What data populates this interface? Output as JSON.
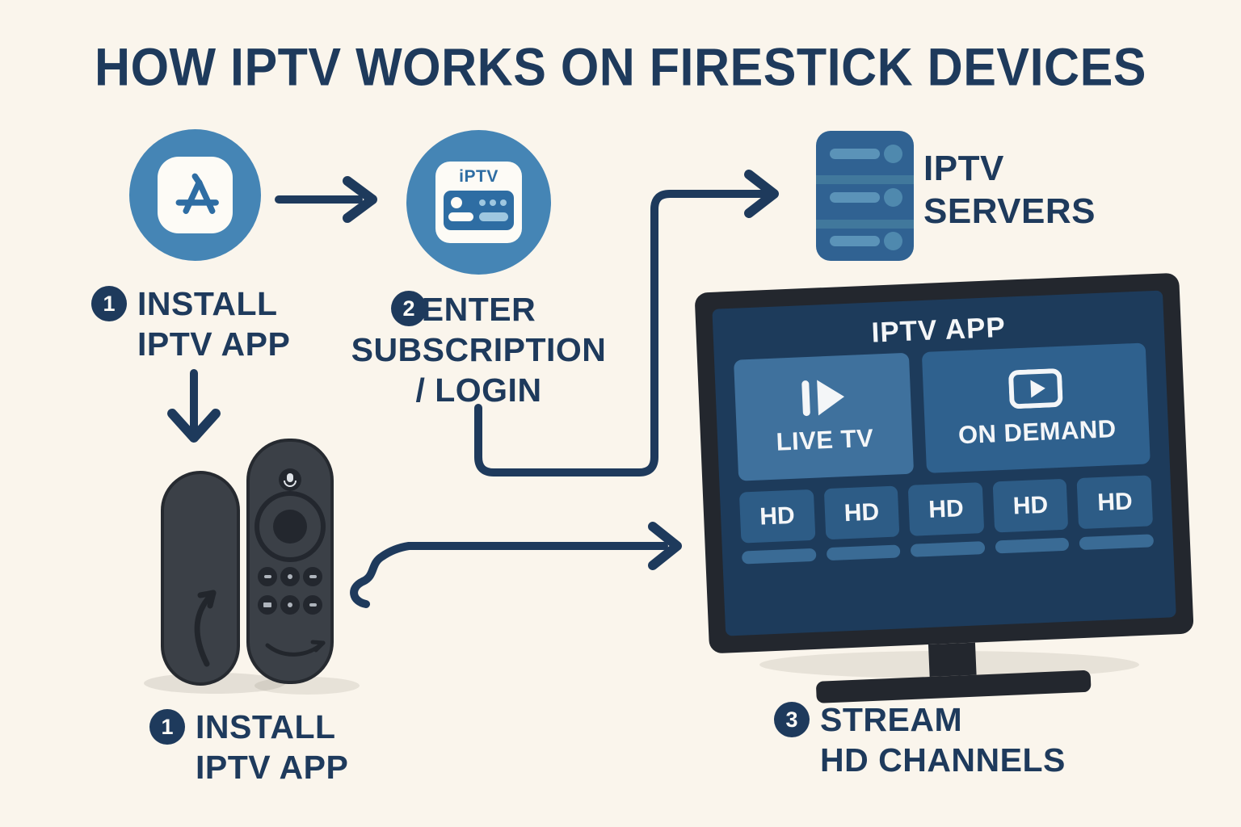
{
  "title": "HOW IPTV WORKS ON FIRESTICK DEVICES",
  "step1": {
    "number": "1",
    "line1": "INSTALL",
    "line2": "IPTV APP"
  },
  "step2": {
    "number": "2",
    "line1": "ENTER",
    "line2": "SUBSCRIPTION",
    "line3": "/ LOGIN",
    "icon_label": "iPTV"
  },
  "servers": {
    "line1": "IPTV",
    "line2": "SERVERS"
  },
  "device": {
    "number": "1",
    "line1": "INSTALL",
    "line2": "IPTV APP"
  },
  "step3": {
    "number": "3",
    "line1": "STREAM",
    "line2": "HD CHANNELS"
  },
  "tv": {
    "app_title": "IPTV APP",
    "live_tile": "LIVE TV",
    "demand_tile": "ON DEMAND",
    "hd_labels": [
      "HD",
      "HD",
      "HD",
      "HD",
      "HD"
    ]
  },
  "colors": {
    "background": "#faf5ec",
    "navy_text": "#1e3a5c",
    "icon_circle_blue": "#4585b5",
    "icon_glyph_blue": "#2e6da3",
    "server_body": "#306292",
    "server_light": "#5b93b8",
    "tv_frame": "#23272e",
    "tv_screen": "#1d3b5b",
    "live_tile": "#3f719d",
    "demand_tile": "#2f618e",
    "hd_tile": "#2d5c86",
    "hd_bar": "#3a6b95",
    "device_gray": "#3b4047"
  }
}
